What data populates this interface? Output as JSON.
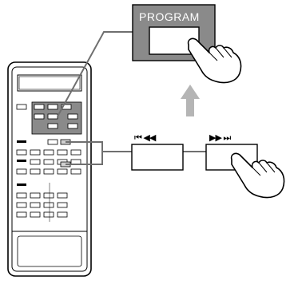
{
  "program_panel": {
    "label": "PROGRAM",
    "panel_color": "#8a8a8a"
  },
  "skip_buttons": {
    "left_symbols": "⏮ ◀◀",
    "right_symbols": "▶▶ ⏭"
  },
  "icons": [
    "remote-control",
    "program-button",
    "skip-back-button",
    "skip-forward-button",
    "pressing-hand",
    "up-arrow"
  ],
  "colors": {
    "highlight_gray": "#8a8a8a",
    "arrow_gray": "#b5b5b5",
    "outline": "#000000"
  }
}
